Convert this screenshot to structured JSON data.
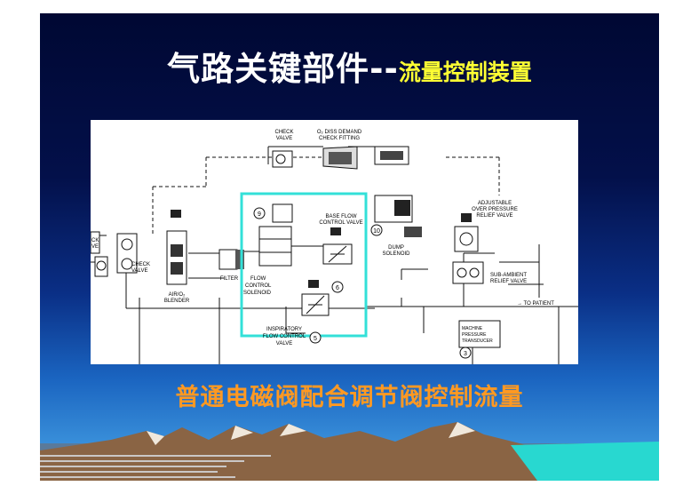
{
  "slide": {
    "title_main": "气路关键部件--",
    "title_sub": "流量控制装置",
    "caption": "普通电磁阀配合调节阀控制流量"
  },
  "diagram": {
    "labels": {
      "check_valve_top": [
        "CHECK",
        "VALVE"
      ],
      "o2_diss": [
        "O₂ DISS DEMAND",
        "CHECK FITTING"
      ],
      "base_flow": [
        "BASE FLOW",
        "CONTROL VALVE"
      ],
      "adjustable": [
        "ADJUSTABLE",
        "OVER PRESSURE",
        "RELIEF VALVE"
      ],
      "dump": [
        "DUMP",
        "SOLENOID"
      ],
      "check_left": [
        "CHECK",
        "VALVE"
      ],
      "check_edge": [
        "CK",
        "VE"
      ],
      "filter": "FILTER",
      "blender": [
        "AIR/O₂",
        "BLENDER"
      ],
      "flow_solenoid": [
        "FLOW",
        "CONTROL",
        "SOLENOID"
      ],
      "inspiratory": [
        "INSPIRATORY",
        "FLOW CONTROL",
        "VALVE"
      ],
      "sub_ambient": [
        "SUB-AMBIENT",
        "RELIEF VALVE"
      ],
      "to_patient": "→ TO PATIENT",
      "transducer": [
        "MACHINE",
        "PRESSURE",
        "TRANSDUCER"
      ]
    },
    "markers": [
      "9",
      "10",
      "6",
      "5",
      "3"
    ],
    "colors": {
      "highlight": "#33e0d8",
      "line": "#111111"
    }
  }
}
